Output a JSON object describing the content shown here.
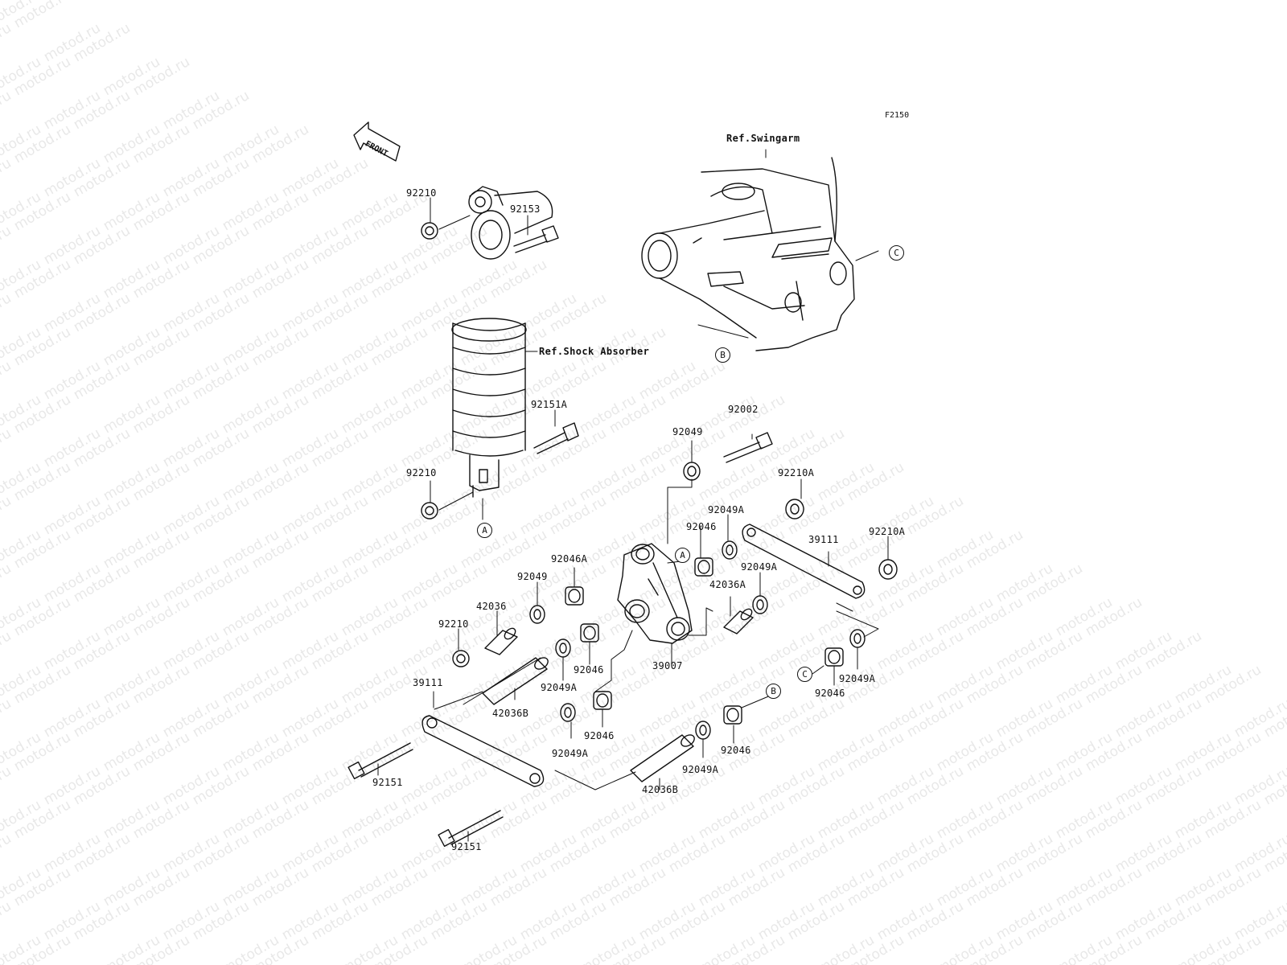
{
  "diagram_code": "F2150",
  "front_arrow_text": "FRONT",
  "watermark_text": "motod.ru",
  "refs": {
    "swingarm": "Ref.Swingarm",
    "shock_absorber": "Ref.Shock Absorber"
  },
  "callouts": [
    "A",
    "B",
    "C"
  ],
  "parts": {
    "p92153": "92153",
    "p92210_top": "92210",
    "p92151A": "92151A",
    "p92210_mid": "92210",
    "p92002": "92002",
    "p92049_top": "92049",
    "p92210A_top": "92210A",
    "p92049A_r1": "92049A",
    "p92046_r1": "92046",
    "p39111_right": "39111",
    "p92210A_right": "92210A",
    "p92049A_r2": "92049A",
    "p42036A": "42036A",
    "p92046A": "92046A",
    "p92049_left": "92049",
    "p42036": "42036",
    "p92210_low": "92210",
    "p39007": "39007",
    "p92046_m1": "92046",
    "p92049A_m1": "92049A",
    "p39111_left": "39111",
    "p42036B_left": "42036B",
    "p92046_m2": "92046",
    "p92049A_m2": "92049A",
    "p92046_r3": "92046",
    "p92049A_r3": "92049A",
    "p92046_b": "92046",
    "p92049A_b": "92049A",
    "p42036B_b": "42036B",
    "p92151_left": "92151",
    "p92151_low": "92151"
  }
}
